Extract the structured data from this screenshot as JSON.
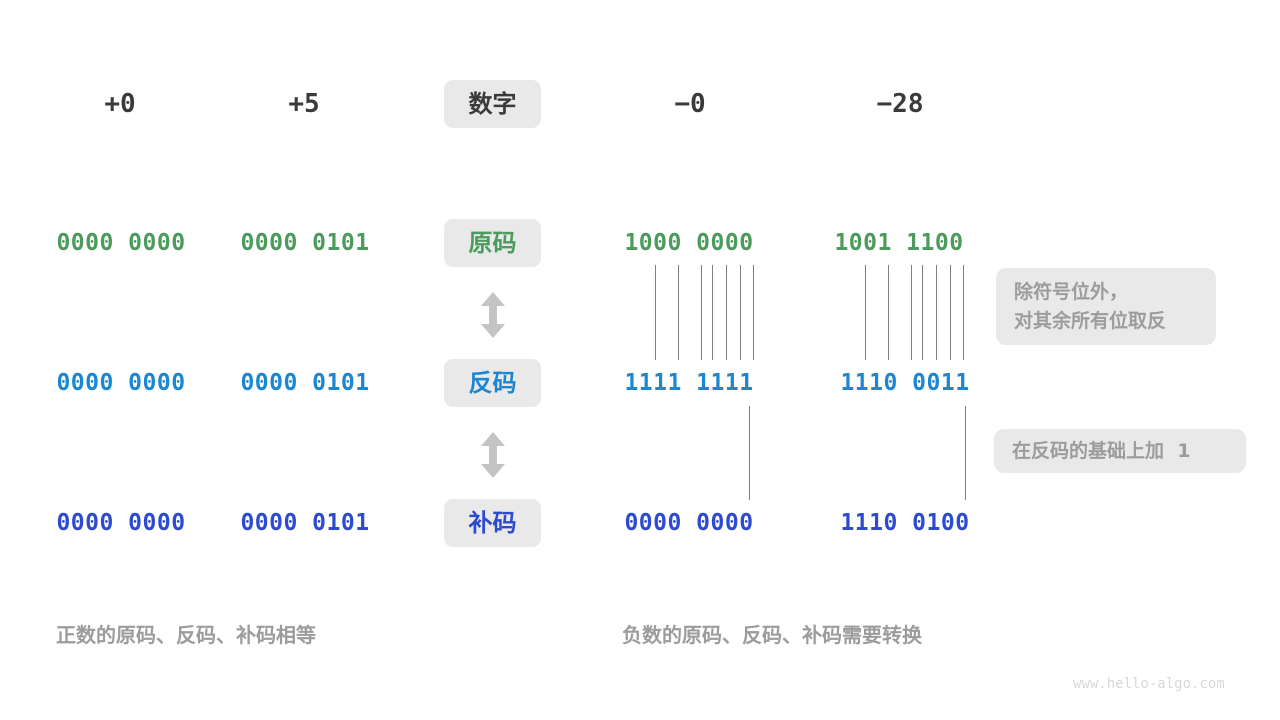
{
  "columns": {
    "positive": [
      {
        "id": "plus-zero",
        "header": "+0"
      },
      {
        "id": "plus-five",
        "header": "+5"
      }
    ],
    "negative": [
      {
        "id": "minus-zero",
        "header": "−0"
      },
      {
        "id": "minus-twentyeight",
        "header": "−28"
      }
    ]
  },
  "center_labels": {
    "number": "数字",
    "sign_magnitude": "原码",
    "ones_complement": "反码",
    "twos_complement": "补码"
  },
  "rows": [
    {
      "id": "sign-magnitude",
      "label": "原码",
      "color": "#4c9a5c",
      "values": {
        "plus-zero": "0000 0000",
        "plus-five": "0000 0101",
        "minus-zero": "1000 0000",
        "minus-twentyeight": "1001 1100"
      }
    },
    {
      "id": "ones-complement",
      "label": "反码",
      "color": "#1b87d2",
      "values": {
        "plus-zero": "0000 0000",
        "plus-five": "0000 0101",
        "minus-zero": "1111 1111",
        "minus-twentyeight": "1110 0011"
      }
    },
    {
      "id": "twos-complement",
      "label": "补码",
      "color": "#2d4ad0",
      "values": {
        "plus-zero": "0000 0000",
        "plus-five": "0000 0101",
        "minus-zero": "0000 0000",
        "minus-twentyeight": "1110 0100"
      }
    }
  ],
  "notes": {
    "invert": {
      "line1": "除符号位外，",
      "line2": "对其余所有位取反"
    },
    "add_one": {
      "line1": "在反码的基础上加  1"
    }
  },
  "captions": {
    "left": "正数的原码、反码、补码相等",
    "right": "负数的原码、反码、补码需要转换"
  },
  "watermark": "www.hello-algo.com",
  "theme": {
    "background": "#ffffff",
    "chip_bg": "#e9e9e9",
    "note_bg": "#e9e9e9",
    "note_text": "#9c9c9c",
    "caption_text": "#9c9c9c",
    "header_text": "#3a3a3a",
    "line_color": "#808080",
    "arrow_color": "#c4c4c4",
    "watermark_text": "#d8d8d8"
  },
  "chart_data": {
    "type": "table",
    "title": "原码、反码、补码转换示例",
    "columns": [
      "+0",
      "+5",
      "数字",
      "−0",
      "−28"
    ],
    "rows": [
      {
        "label": "原码",
        "cells": [
          "0000 0000",
          "0000 0101",
          "",
          "1000 0000",
          "1001 1100"
        ]
      },
      {
        "label": "反码",
        "cells": [
          "0000 0000",
          "0000 0101",
          "",
          "1111 1111",
          "1110 0011"
        ]
      },
      {
        "label": "补码",
        "cells": [
          "0000 0000",
          "0000 0101",
          "",
          "0000 0000",
          "1110 0100"
        ]
      }
    ]
  }
}
